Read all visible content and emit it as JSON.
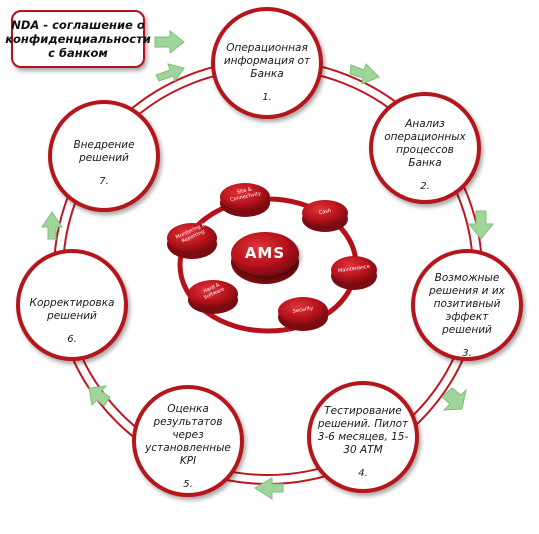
{
  "nda_box": {
    "text": "NDA - соглашение о конфиденциальности с банком"
  },
  "steps": [
    {
      "id": "1",
      "text": "Операционная информация от Банка",
      "number": "1."
    },
    {
      "id": "2",
      "text": "Анализ операционных процессов Банка",
      "number": "2."
    },
    {
      "id": "3",
      "text": "Возможные решения и их позитивный эффект решений",
      "number": "3."
    },
    {
      "id": "4",
      "text": "Тестирование решений. Пилот 3-6 месяцев, 15-30 АТМ",
      "number": "4."
    },
    {
      "id": "5",
      "text": "Оценка результатов через установленные KPI",
      "number": "5."
    },
    {
      "id": "6",
      "text": "Корректировка решений",
      "number": "6."
    },
    {
      "id": "7",
      "text": "Внедрение решений",
      "number": "7."
    }
  ],
  "hub": {
    "center": "AMS",
    "satellites": [
      "Site & Connectivity",
      "Cash",
      "Maintenance",
      "Security",
      "Hard & Software",
      "Monitoring & Reporting"
    ]
  },
  "colors": {
    "accent_red": "#b4121b",
    "arrow_green": "#9fd49a",
    "ring": "#c0161f"
  }
}
